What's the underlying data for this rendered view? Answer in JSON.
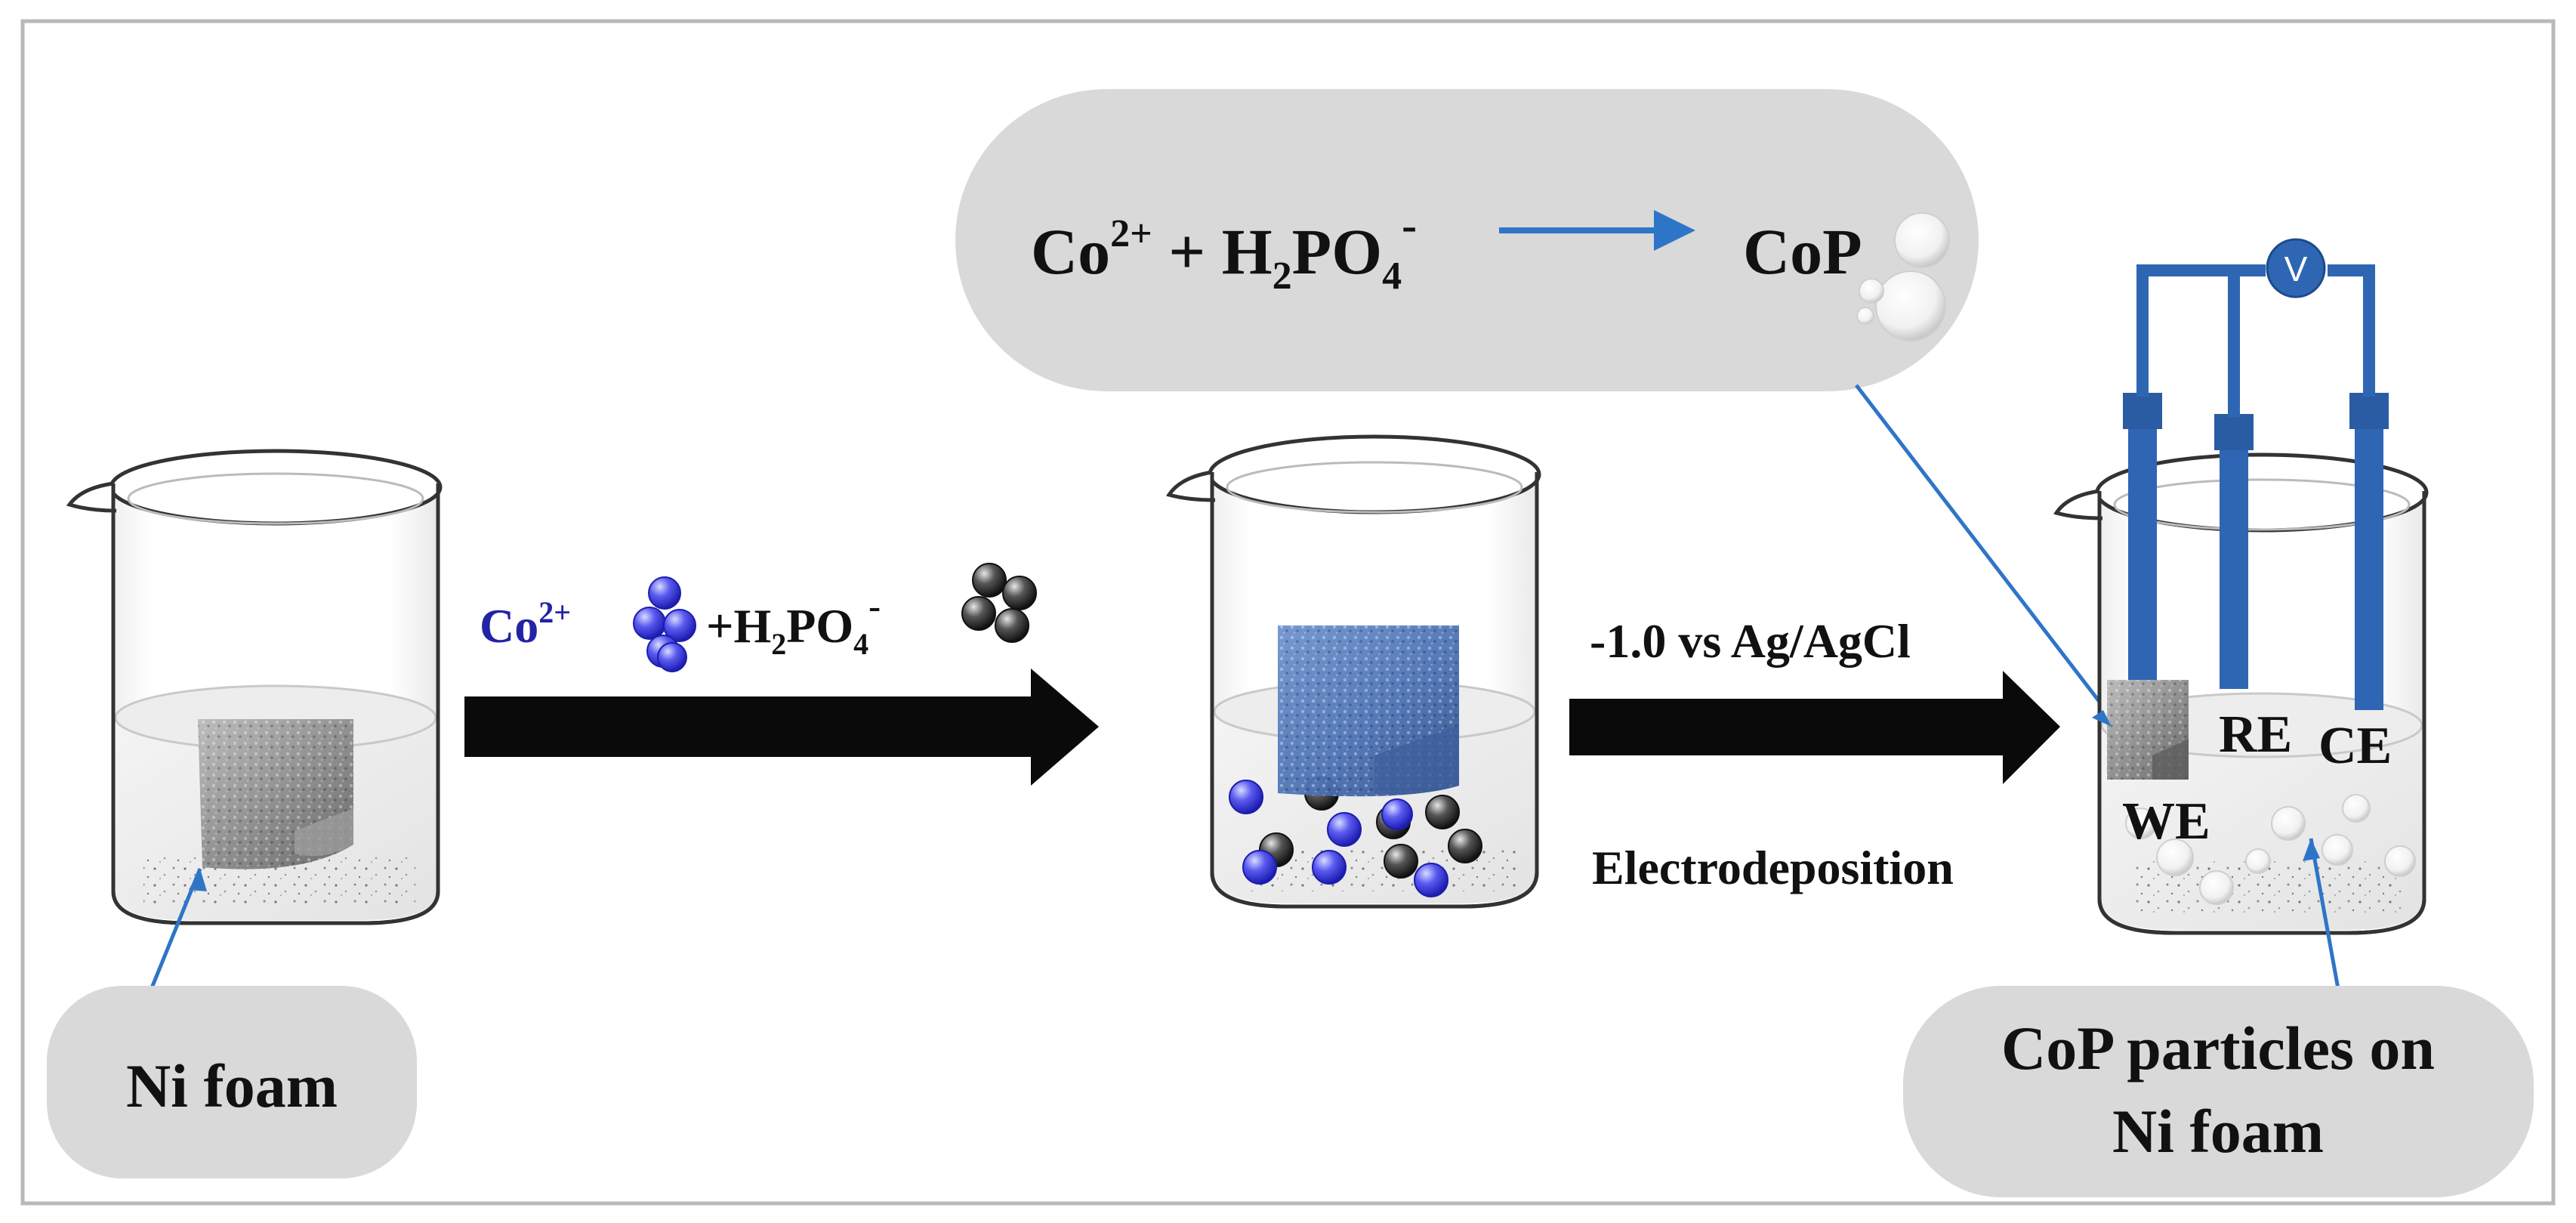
{
  "labels": {
    "ni_foam": "Ni foam",
    "arrow1_co": "Co",
    "arrow1_co_sup": "2+",
    "arrow1_plus": "+H",
    "arrow1_sub2": "2",
    "arrow1_po": "PO",
    "arrow1_sub4": "4",
    "arrow1_sup_minus": "-",
    "potential": "-1.0 vs Ag/AgCl",
    "electrodeposition": "Electrodeposition",
    "reaction_co": "Co",
    "reaction_co_sup": "2+",
    "reaction_plus_h": " + H",
    "reaction_sub2": "2",
    "reaction_po": "PO",
    "reaction_sub4": "4",
    "reaction_sup_minus": "-",
    "product": "CoP",
    "voltmeter": "V",
    "we": "WE",
    "re": "RE",
    "ce": "CE",
    "result_line1": "CoP particles on",
    "result_line2": "Ni foam"
  },
  "colors": {
    "frame": "#b9b9b9",
    "bubble_fill": "#d9d9d9",
    "arrow_fill": "#0a0a0a",
    "accent_blue": "#2f75c7",
    "electrode_blue": "#2e66b3",
    "ion_blue_text": "#2323a6",
    "co_particle": "#3a3ae0",
    "po_particle": "#3b3b3b"
  }
}
